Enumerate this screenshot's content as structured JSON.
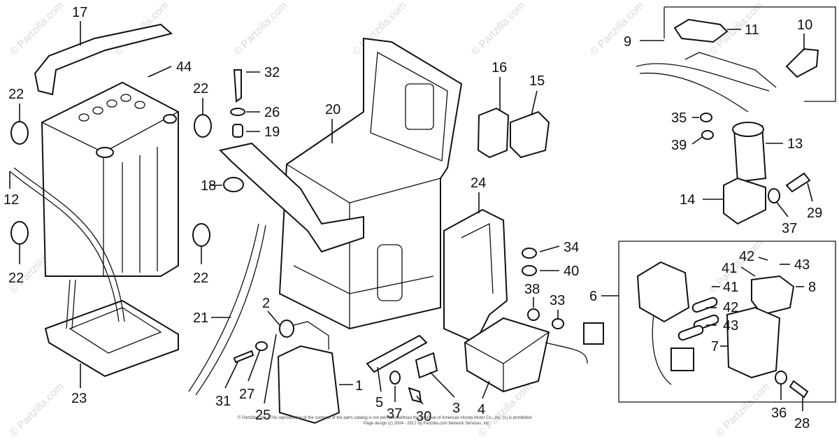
{
  "watermark": "© Partzilla.com",
  "footer": {
    "line1": "© Partzilla.com - This reproduction of the contents of the parts catalog is not permitted without the approval of American Honda Motor Co., Inc. (c) is prohibited",
    "line2": "Page design (c) 2004 - 2017 by Partzilla.com Network Services, Inc."
  },
  "callouts": [
    {
      "id": "17",
      "label": "17"
    },
    {
      "id": "44",
      "label": "44"
    },
    {
      "id": "32",
      "label": "32"
    },
    {
      "id": "26",
      "label": "26"
    },
    {
      "id": "19",
      "label": "19"
    },
    {
      "id": "20",
      "label": "20"
    },
    {
      "id": "18",
      "label": "18"
    },
    {
      "id": "22a",
      "label": "22"
    },
    {
      "id": "22b",
      "label": "22"
    },
    {
      "id": "22c",
      "label": "22"
    },
    {
      "id": "22d",
      "label": "22"
    },
    {
      "id": "12",
      "label": "12"
    },
    {
      "id": "21",
      "label": "21"
    },
    {
      "id": "23",
      "label": "23"
    },
    {
      "id": "2",
      "label": "2"
    },
    {
      "id": "31",
      "label": "31"
    },
    {
      "id": "27",
      "label": "27"
    },
    {
      "id": "25",
      "label": "25"
    },
    {
      "id": "1",
      "label": "1"
    },
    {
      "id": "5",
      "label": "5"
    },
    {
      "id": "37a",
      "label": "37"
    },
    {
      "id": "30",
      "label": "30"
    },
    {
      "id": "3",
      "label": "3"
    },
    {
      "id": "4",
      "label": "4"
    },
    {
      "id": "24",
      "label": "24"
    },
    {
      "id": "16",
      "label": "16"
    },
    {
      "id": "15",
      "label": "15"
    },
    {
      "id": "34",
      "label": "34"
    },
    {
      "id": "40",
      "label": "40"
    },
    {
      "id": "38",
      "label": "38"
    },
    {
      "id": "33",
      "label": "33"
    },
    {
      "id": "6",
      "label": "6"
    },
    {
      "id": "9",
      "label": "9"
    },
    {
      "id": "11",
      "label": "11"
    },
    {
      "id": "10",
      "label": "10"
    },
    {
      "id": "35",
      "label": "35"
    },
    {
      "id": "39",
      "label": "39"
    },
    {
      "id": "13",
      "label": "13"
    },
    {
      "id": "14",
      "label": "14"
    },
    {
      "id": "37b",
      "label": "37"
    },
    {
      "id": "29",
      "label": "29"
    },
    {
      "id": "42a",
      "label": "42"
    },
    {
      "id": "43a",
      "label": "43"
    },
    {
      "id": "41a",
      "label": "41"
    },
    {
      "id": "41b",
      "label": "41"
    },
    {
      "id": "8",
      "label": "8"
    },
    {
      "id": "42b",
      "label": "42"
    },
    {
      "id": "43b",
      "label": "43"
    },
    {
      "id": "7",
      "label": "7"
    },
    {
      "id": "36",
      "label": "36"
    },
    {
      "id": "28",
      "label": "28"
    }
  ]
}
